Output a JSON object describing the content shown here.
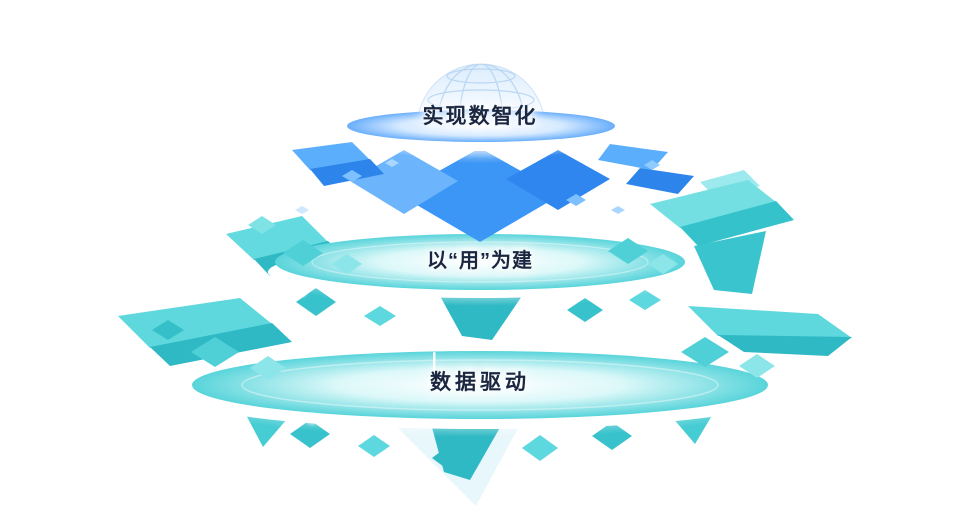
{
  "diagram": {
    "type": "layered-platform-diagram",
    "layers": [
      {
        "id": "top",
        "label": "实现数智化",
        "color": "#3b96f6"
      },
      {
        "id": "middle",
        "label": "以“用”为建",
        "color": "#3ecdd4"
      },
      {
        "id": "bottom",
        "label": "数据驱动",
        "color": "#3ecdd4"
      }
    ],
    "colors": {
      "blue_accent": "#3b96f6",
      "teal_accent": "#3ecdd4",
      "rim_white": "#ffffff",
      "label_text": "#1b2740"
    }
  }
}
